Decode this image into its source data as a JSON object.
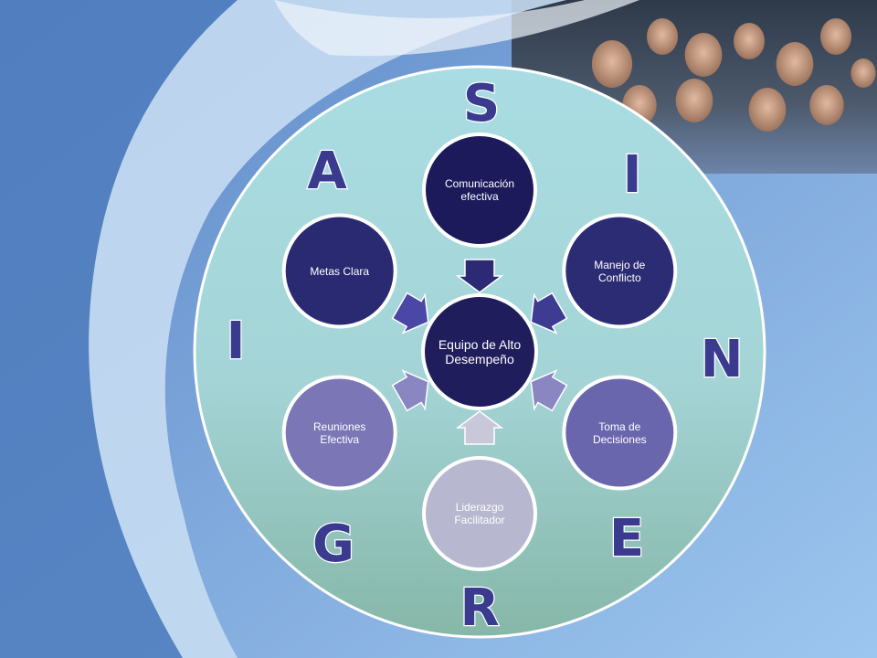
{
  "diagram": {
    "center": "Equipo de Alto Desempeño",
    "nodes": [
      {
        "key": "comunicacion",
        "label": "Comunicación efectiva",
        "color": "#1c1a5a",
        "text_color": "#ffffff"
      },
      {
        "key": "manejo",
        "label": "Manejo de Conflicto",
        "color": "#2c2c74",
        "text_color": "#ffffff"
      },
      {
        "key": "toma",
        "label": "Toma de Decisiones",
        "color": "#6a66ae",
        "text_color": "#ffffff"
      },
      {
        "key": "liderazgo",
        "label": "Liderazgo Facilitador",
        "color": "#b7b7cf",
        "text_color": "#ffffff"
      },
      {
        "key": "reuniones",
        "label": "Reuniones Efectiva",
        "color": "#7b76b6",
        "text_color": "#ffffff"
      },
      {
        "key": "metas",
        "label": "Metas Clara",
        "color": "#2a2a72",
        "text_color": "#ffffff"
      }
    ],
    "letters": [
      "S",
      "I",
      "N",
      "E",
      "R",
      "G",
      "I",
      "A"
    ],
    "colors": {
      "center": "#1f1d5c",
      "node_ring": "#ffffff",
      "letter_fill": "#3a3a8e",
      "letter_stroke": "#ffffff",
      "big_circle_top": "#a9dde3",
      "big_circle_bottom": "#86b7a8",
      "background": "#6f98d0"
    }
  }
}
